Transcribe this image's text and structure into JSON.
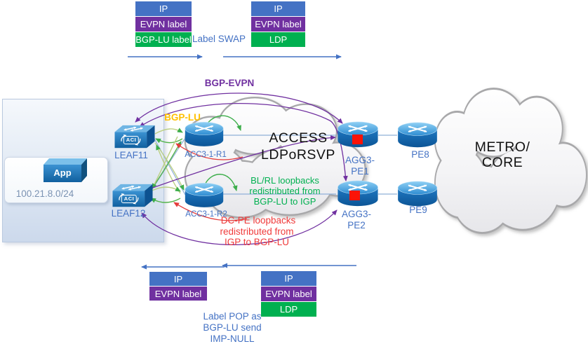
{
  "stacks": {
    "top_left": {
      "rows": [
        {
          "label": "IP",
          "color": "#4472C4"
        },
        {
          "label": "EVPN label",
          "color": "#7030A0"
        },
        {
          "label": "BGP-LU label",
          "color": "#00B050"
        }
      ]
    },
    "top_right": {
      "rows": [
        {
          "label": "IP",
          "color": "#4472C4"
        },
        {
          "label": "EVPN label",
          "color": "#7030A0"
        },
        {
          "label": "LDP",
          "color": "#00B050"
        }
      ]
    },
    "bottom_left": {
      "rows": [
        {
          "label": "IP",
          "color": "#4472C4"
        },
        {
          "label": "EVPN label",
          "color": "#7030A0"
        }
      ]
    },
    "bottom_right": {
      "rows": [
        {
          "label": "IP",
          "color": "#4472C4"
        },
        {
          "label": "EVPN label",
          "color": "#7030A0"
        },
        {
          "label": "LDP",
          "color": "#00B050"
        }
      ]
    }
  },
  "annotations": {
    "label_swap": "Label SWAP",
    "bgp_evpn": "BGP-EVPN",
    "bgp_lu": "BGP-LU",
    "bl_rl": {
      "line1": "BL/RL loopbacks",
      "line2": "redistributed from",
      "line3": "BGP-LU to IGP"
    },
    "dc_pe": {
      "line1": "DC-PE loopbacks",
      "line2": "redistributed from",
      "line3": "IGP to BGP-LU"
    },
    "label_pop": {
      "line1": "Label POP as",
      "line2": "BGP-LU send",
      "line3": "IMP-NULL"
    }
  },
  "clouds": {
    "access": {
      "line1": "ACCESS",
      "line2": "LDPoRSVP"
    },
    "metro": {
      "line1": "METRO/",
      "line2": "CORE"
    }
  },
  "nodes": {
    "leaf11": "LEAF11",
    "leaf12": "LEAF12",
    "acc1": "ACC3-1-R1",
    "acc2": "ACC3-1-R2",
    "agg1_line1": "AGG3-",
    "agg1_line2": "PE1",
    "agg2_line1": "AGG3-",
    "agg2_line2": "PE2",
    "pe8": "PE8",
    "pe9": "PE9",
    "app": "App",
    "subnet": "100.21.8.0/24",
    "aci_logo": "ACI"
  },
  "colors": {
    "stack_blue": "#4472C4",
    "stack_purple": "#7030A0",
    "stack_green": "#00B050",
    "arrow_blue": "#4472C4",
    "bgp_evpn_purple": "#7030A0",
    "bgp_lu_gold": "#FFC000",
    "redistribute_green": "#00B050",
    "redistribute_red": "#F03B3B",
    "node_label_blue": "#4472C4",
    "red_square": "#FB1307",
    "cloud_border": "#A8A8AA"
  }
}
